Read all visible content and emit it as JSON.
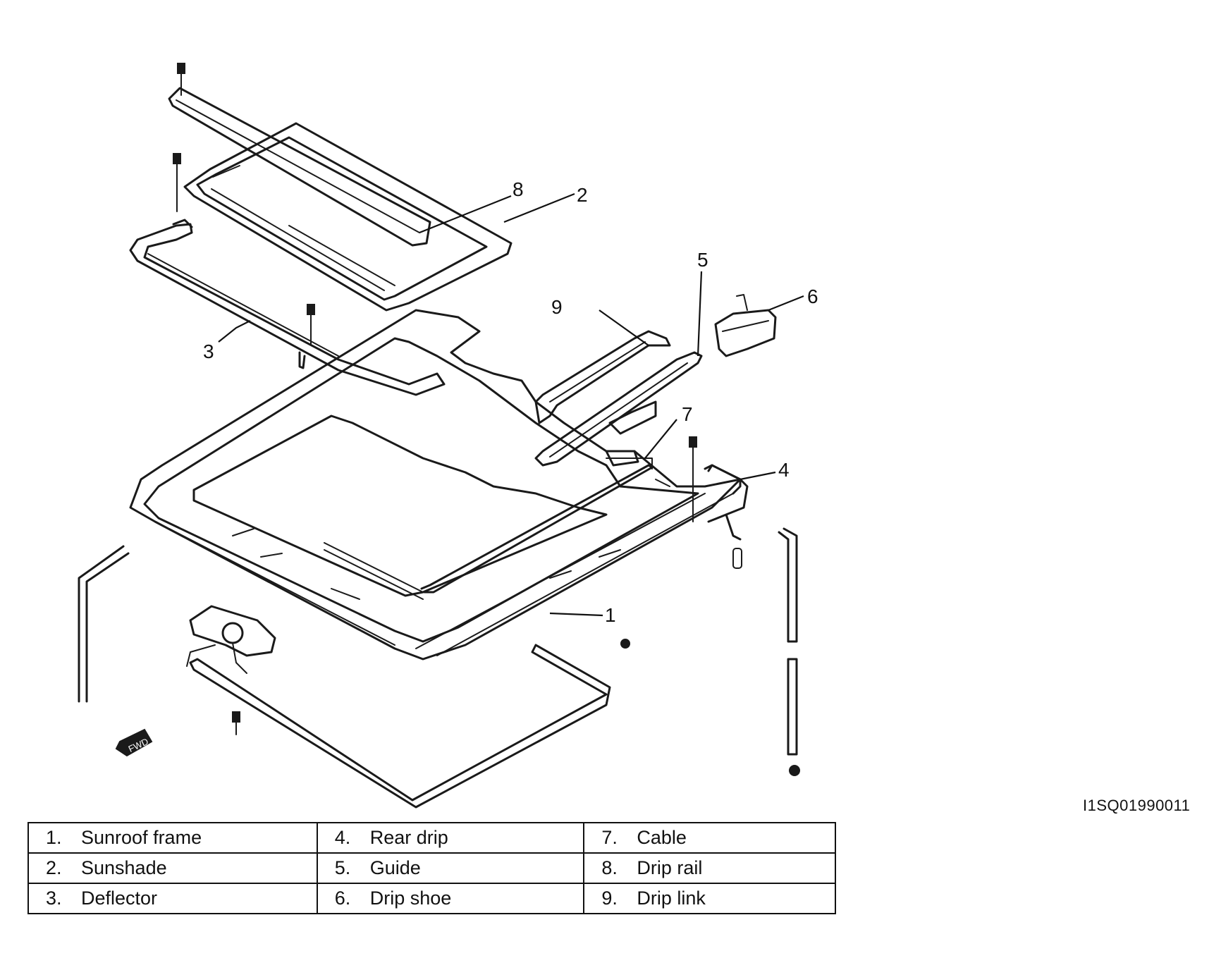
{
  "callouts": [
    "1",
    "2",
    "3",
    "4",
    "5",
    "6",
    "7",
    "8",
    "9"
  ],
  "fwd_arrow_label": "FWD",
  "ref_code": "I1SQ01990011",
  "legend": {
    "rows": [
      [
        {
          "num": "1.",
          "name": "Sunroof frame"
        },
        {
          "num": "4.",
          "name": "Rear drip"
        },
        {
          "num": "7.",
          "name": "Cable"
        }
      ],
      [
        {
          "num": "2.",
          "name": "Sunshade"
        },
        {
          "num": "5.",
          "name": "Guide"
        },
        {
          "num": "8.",
          "name": "Drip rail"
        }
      ],
      [
        {
          "num": "3.",
          "name": "Deflector"
        },
        {
          "num": "6.",
          "name": "Drip shoe"
        },
        {
          "num": "9.",
          "name": "Drip link"
        }
      ]
    ]
  }
}
